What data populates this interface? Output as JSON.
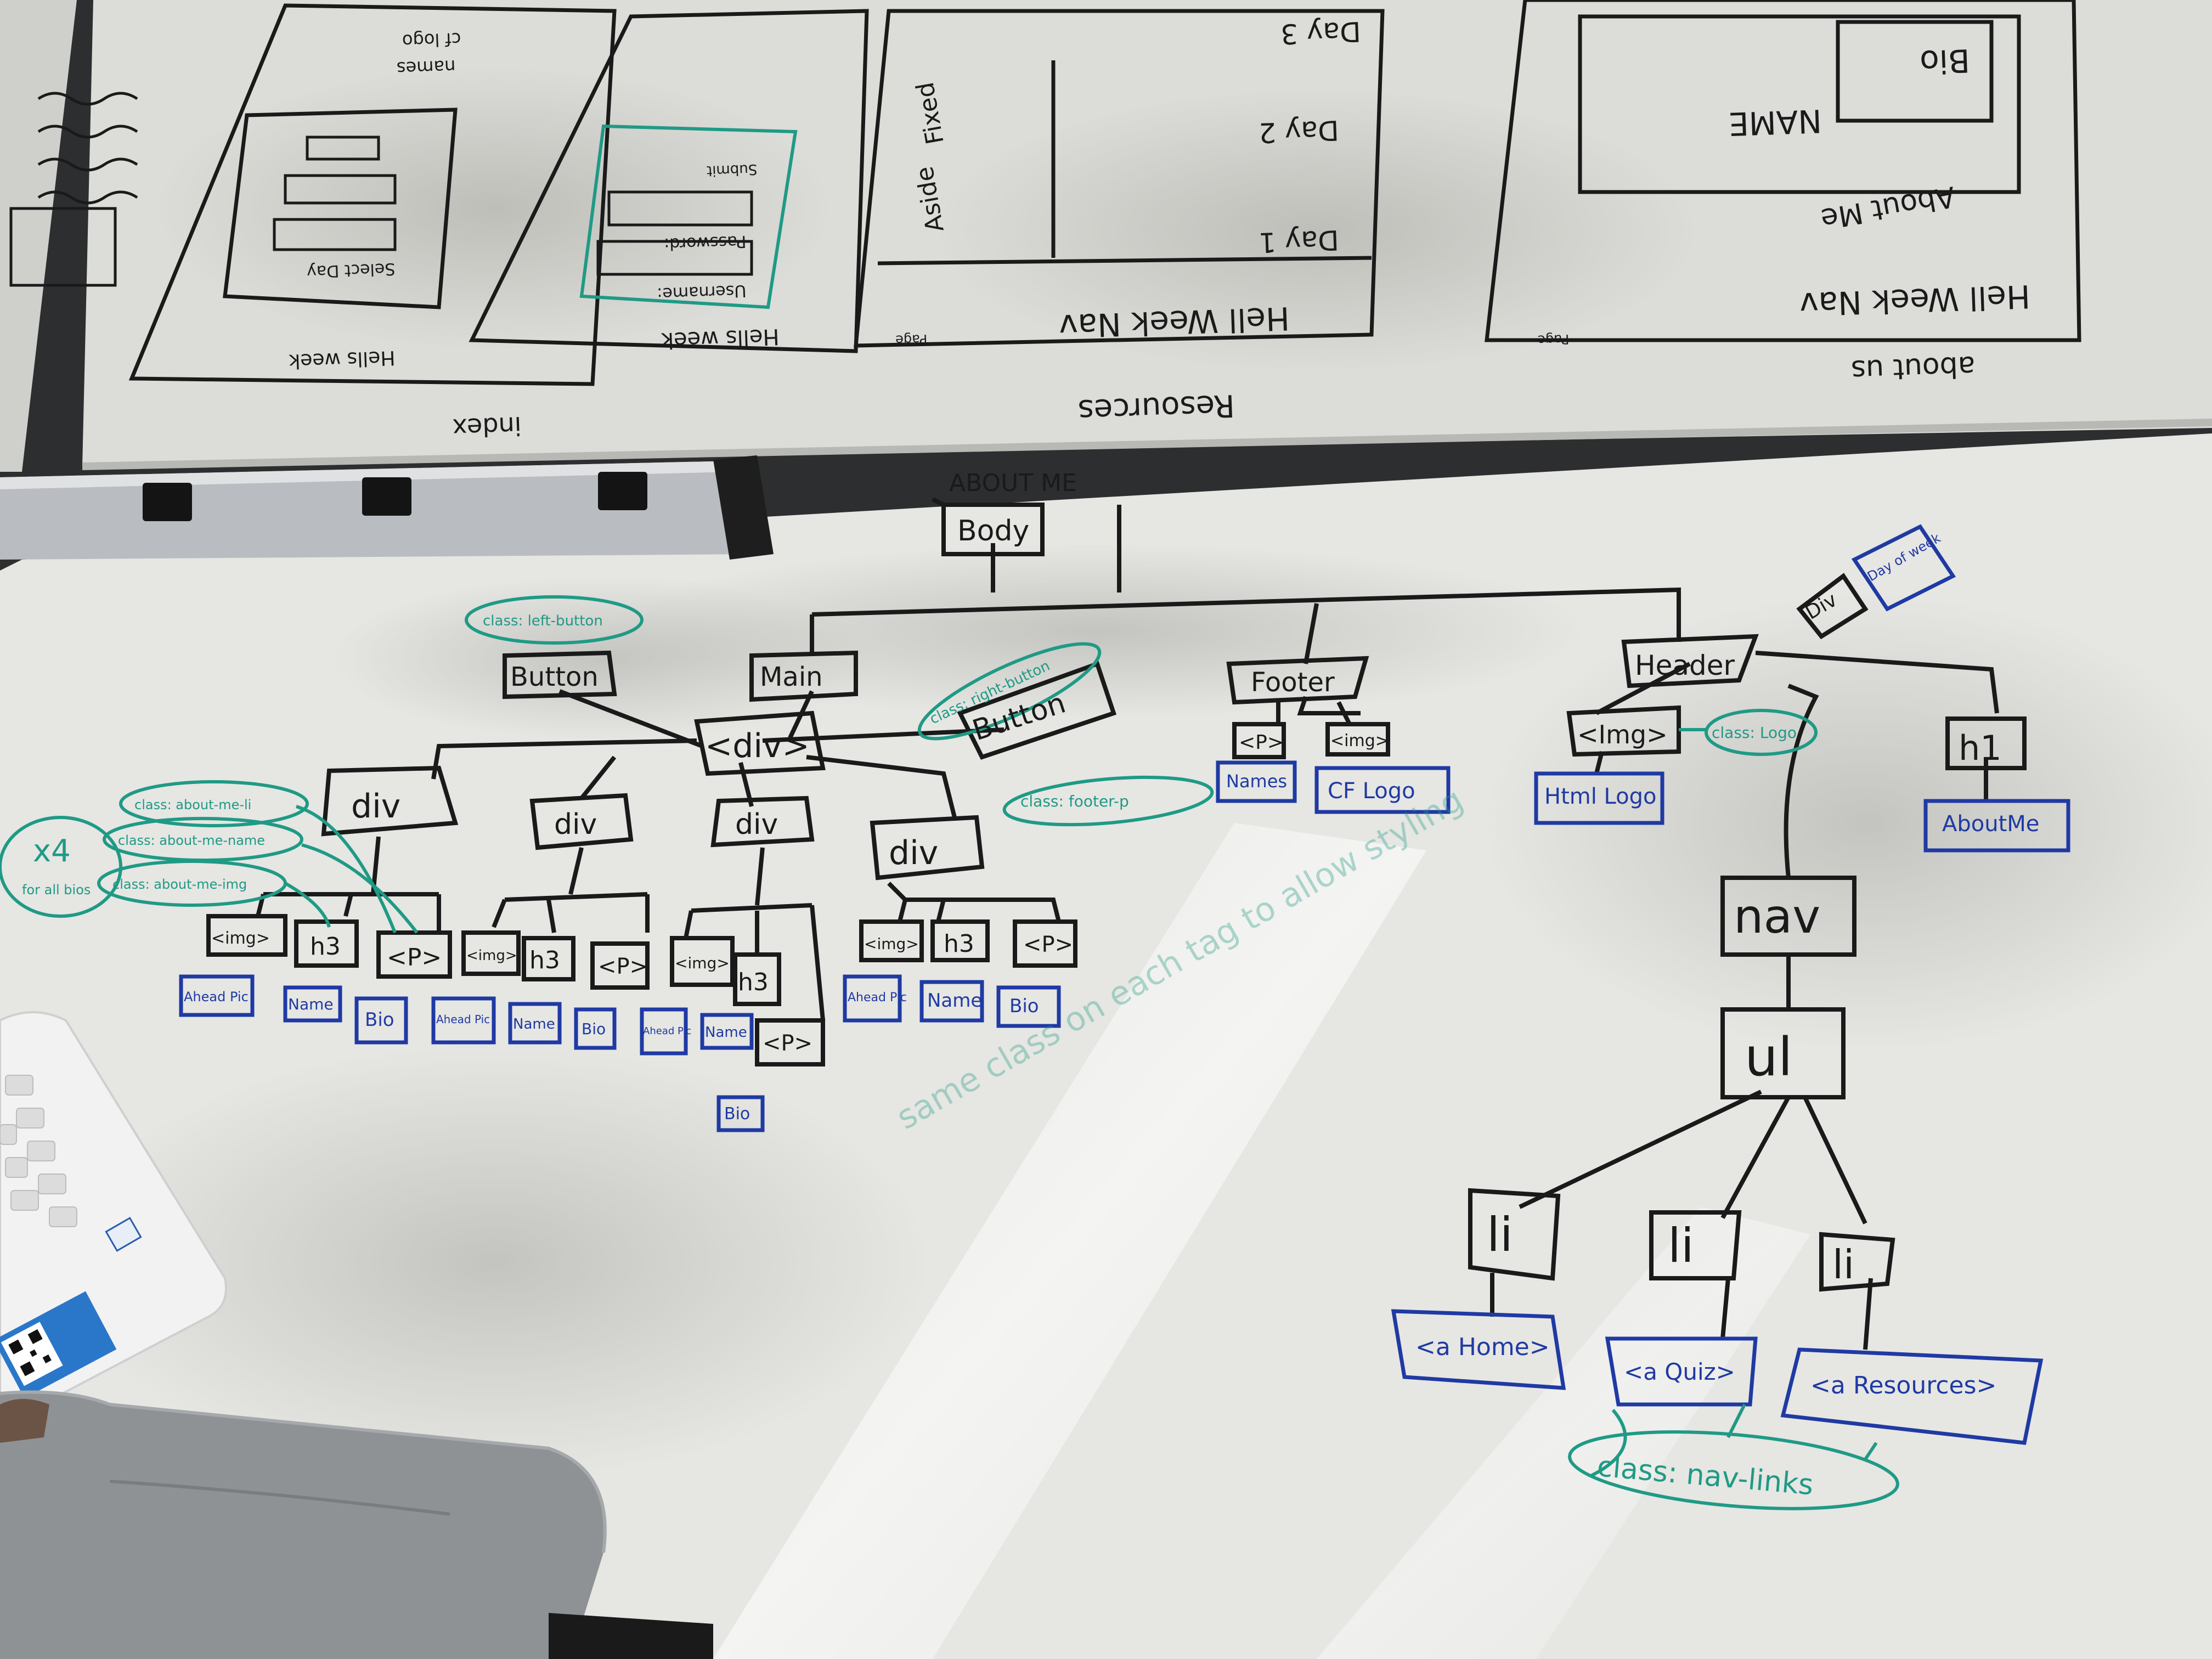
{
  "upper_board": {
    "label_index": "index",
    "label_resources": "Resources",
    "label_about_us": "about us",
    "label_hells_week": "Hells week",
    "label_hell_week_nav": "Hell Week Nav",
    "label_name": "NAME",
    "label_bio": "Bio",
    "label_about_me": "About Me",
    "label_day1": "Day 1",
    "label_day2": "Day 2",
    "label_day3": "Day 3",
    "label_fixed": "Fixed",
    "label_aside": "Aside",
    "label_username": "Username:",
    "label_password": "Password:",
    "label_submit": "Submit",
    "label_select_day": "Select Day",
    "label_names": "names",
    "label_cf_logo": "cf logo",
    "label_page": "Page"
  },
  "tree": {
    "title": "ABOUT ME",
    "body": "Body",
    "main": "Main",
    "footer": "Footer",
    "header": "Header",
    "div_main": "<div>",
    "div_generic": "div",
    "button_left": "Button",
    "button_right": "Button",
    "class_left_button": "class: left-button",
    "class_right_button": "class: right-button",
    "class_footer": "class: footer-p",
    "class_logo": "class: Logo",
    "class_nav_links": "class: nav-links",
    "class_about_me": "class: about-me-li",
    "class_about_name": "class: about-me-name",
    "class_about_img": "class: about-me-img",
    "x4_note": "x4",
    "x4_sub": "for all bios",
    "div_day_note": "Div",
    "day_note_sub": "Day of week",
    "img_tag": "<img>",
    "h3_tag": "h3",
    "p_tag": "<P>",
    "ahead_pic": "Ahead Pic",
    "name": "Name",
    "bio": "Bio",
    "footer_p": "<P>",
    "footer_img": "<img>",
    "footer_names": "Names",
    "footer_cf_logo": "CF Logo",
    "header_img": "<Img>",
    "header_h1": "h1",
    "html_logo": "Html Logo",
    "about_me": "AboutMe",
    "nav": "nav",
    "ul": "ul",
    "li": "li",
    "a_home": "<a Home>",
    "a_quiz": "<a Quiz>",
    "a_resources": "<a Resources>",
    "faint_note": "same class on each tag to allow styling"
  },
  "colors": {
    "wall": "#2c2e30",
    "board": "#e6e6e3",
    "ink_black": "#1a1a1a",
    "ink_blue": "#1f3aa3",
    "ink_teal": "#1f9a85",
    "power_strip": "#b9bcc0"
  }
}
